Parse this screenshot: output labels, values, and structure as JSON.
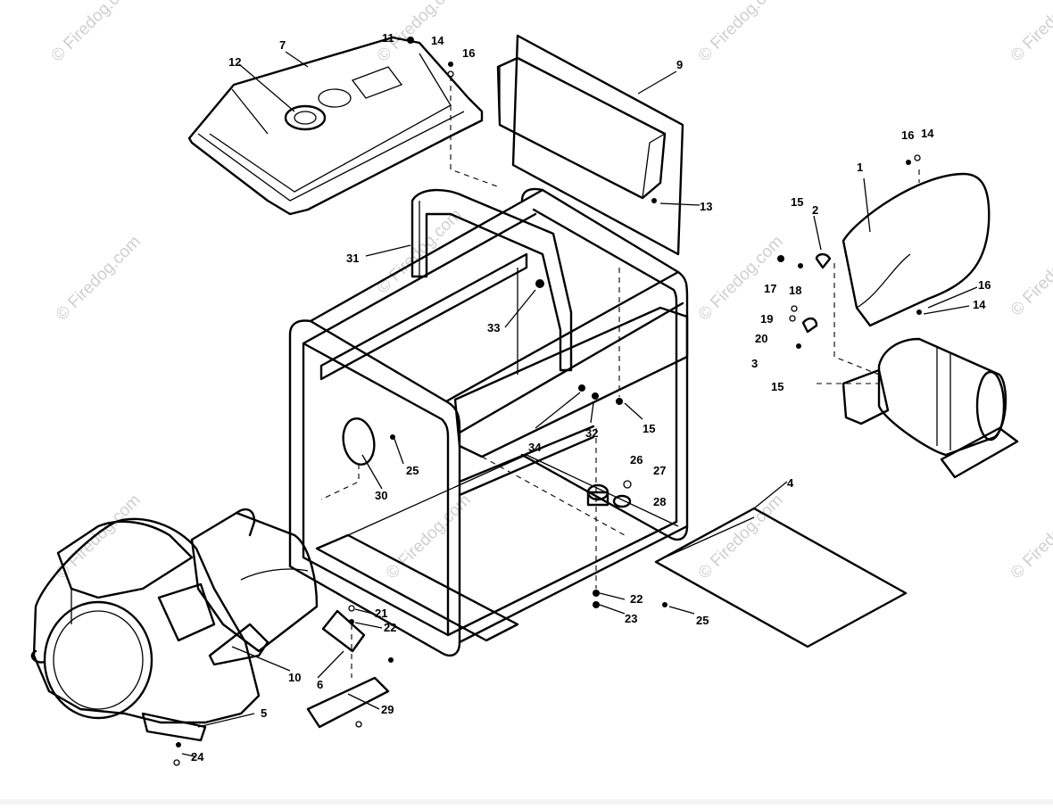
{
  "diagram": {
    "callouts": [
      "1",
      "2",
      "3",
      "4",
      "5",
      "6",
      "7",
      "9",
      "10",
      "11",
      "12",
      "13",
      "14",
      "14",
      "14",
      "15",
      "15",
      "15",
      "16",
      "16",
      "16",
      "17",
      "18",
      "19",
      "20",
      "21",
      "22",
      "22",
      "23",
      "24",
      "25",
      "25",
      "26",
      "27",
      "28",
      "29",
      "30",
      "31",
      "32",
      "33",
      "34"
    ],
    "watermark": "© Firedog.com"
  }
}
